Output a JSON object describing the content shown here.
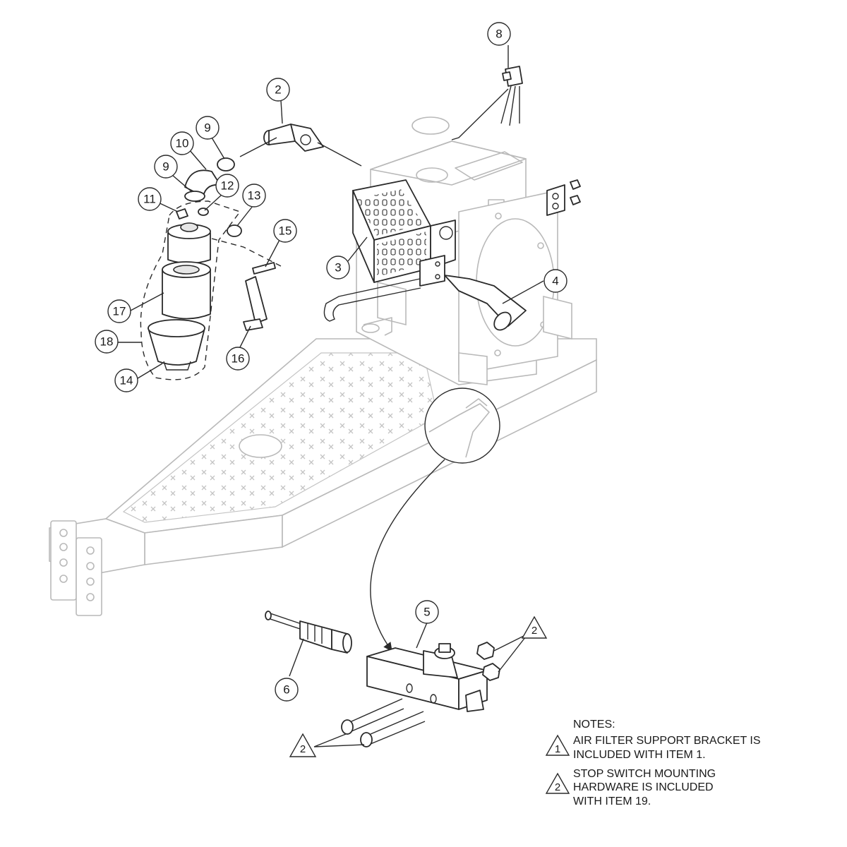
{
  "callouts": {
    "c8": "8",
    "c2": "2",
    "c9a": "9",
    "c10": "10",
    "c9b": "9",
    "c12": "12",
    "c11": "11",
    "c13": "13",
    "c15": "15",
    "c3": "3",
    "c4": "4",
    "c17": "17",
    "c18": "18",
    "c16": "16",
    "c14": "14",
    "c5": "5",
    "c6": "6"
  },
  "markers": {
    "m2_right": "2",
    "m2_left": "2",
    "m1_note": "1",
    "m2_note": "2"
  },
  "notes": {
    "heading": "NOTES:",
    "note1_line1": "AIR FILTER SUPPORT BRACKET IS",
    "note1_line2": "INCLUDED WITH ITEM 1.",
    "note2_line1": "STOP SWITCH MOUNTING",
    "note2_line2": "HARDWARE IS INCLUDED",
    "note2_line3": "WITH ITEM 19."
  }
}
